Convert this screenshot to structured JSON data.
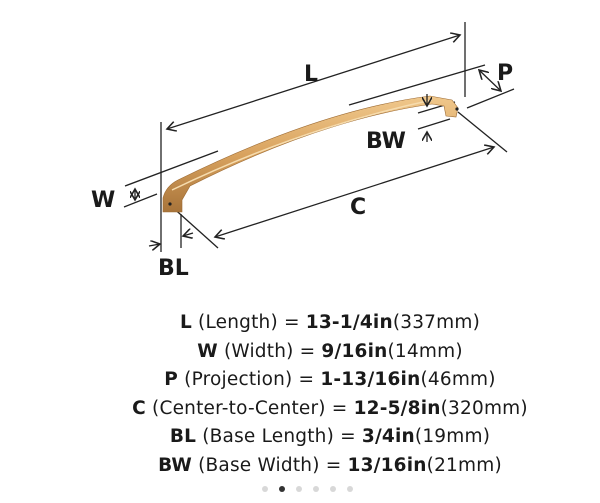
{
  "diagram": {
    "labels": {
      "L": "L",
      "P": "P",
      "BW": "BW",
      "W": "W",
      "C": "C",
      "BL": "BL"
    },
    "handle_color": "#d9a35f"
  },
  "specs": [
    {
      "code": "L",
      "name": "(Length) =",
      "imperial": "13-1/4in",
      "metric": "(337mm)"
    },
    {
      "code": "W",
      "name": "(Width) =",
      "imperial": "9/16in",
      "metric": "(14mm)"
    },
    {
      "code": "P",
      "name": "(Projection) =",
      "imperial": "1-13/16in",
      "metric": "(46mm)"
    },
    {
      "code": "C",
      "name": "(Center-to-Center) =",
      "imperial": "12-5/8in",
      "metric": "(320mm)"
    },
    {
      "code": "BL",
      "name": "(Base Length) =",
      "imperial": "3/4in",
      "metric": "(19mm)"
    },
    {
      "code": "BW",
      "name": "(Base Width) =",
      "imperial": "13/16in",
      "metric": "(21mm)"
    }
  ],
  "carousel": {
    "total": 6,
    "active_index": 1
  }
}
